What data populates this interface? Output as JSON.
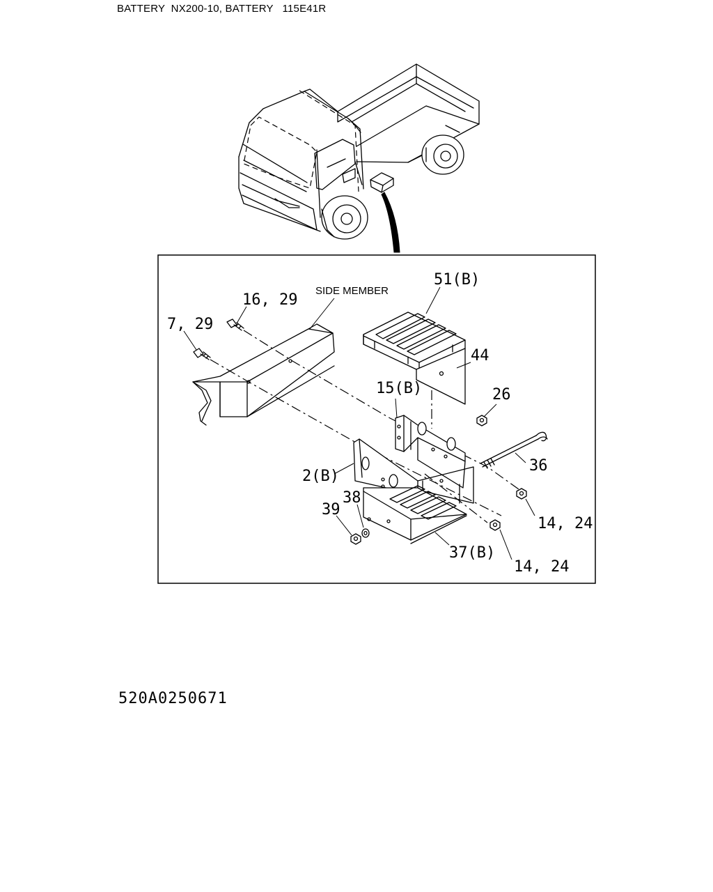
{
  "title": "BATTERY  NX200-10, BATTERY   115E41R",
  "side_member_label": "SIDE MEMBER",
  "callouts": {
    "c51": "51(B)",
    "c16_29": "16, 29",
    "c7_29": "7, 29",
    "c44": "44",
    "c15": "15(B)",
    "c26": "26",
    "c36": "36",
    "c2": "2(B)",
    "c38": "38",
    "c39": "39",
    "c14_24_a": "14, 24",
    "c14_24_b": "14, 24",
    "c37": "37(B)"
  },
  "drawing_number": "520A0250671"
}
